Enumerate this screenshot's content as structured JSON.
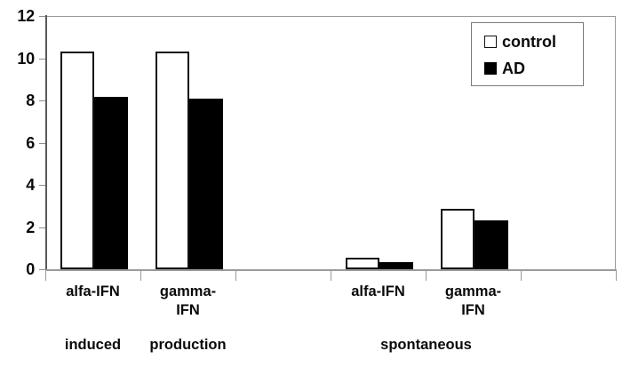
{
  "chart_data": {
    "type": "bar",
    "title": "",
    "xlabel": "",
    "ylabel": "",
    "ylim": [
      0,
      12
    ],
    "yticks": [
      0,
      2,
      4,
      6,
      8,
      10,
      12
    ],
    "ytick_labels": [
      "0",
      "2",
      "4",
      "6",
      "8",
      "10",
      "12"
    ],
    "grid": false,
    "legend_position": "top-right",
    "categories": [
      "alfa-IFN",
      "gamma-IFN",
      "",
      "alfa-IFN",
      "gamma-IFN",
      ""
    ],
    "category_labels": [
      {
        "line1": "alfa-IFN",
        "line2": ""
      },
      {
        "line1": "gamma-",
        "line2": "IFN"
      },
      {
        "line1": "",
        "line2": ""
      },
      {
        "line1": "alfa-IFN",
        "line2": ""
      },
      {
        "line1": "gamma-",
        "line2": "IFN"
      },
      {
        "line1": "",
        "line2": ""
      }
    ],
    "group_labels": [
      {
        "text": "induced",
        "slot": 0
      },
      {
        "text": "production",
        "slot": 1
      },
      {
        "text": "spontaneous",
        "slot": 3.5
      }
    ],
    "series": [
      {
        "name": "control",
        "color": "#ffffff",
        "edge_color": "#111111",
        "values": [
          10.3,
          10.3,
          null,
          0.55,
          2.85,
          null
        ]
      },
      {
        "name": "AD",
        "color": "#000000",
        "edge_color": "#000000",
        "values": [
          8.15,
          8.1,
          null,
          0.35,
          2.3,
          null
        ]
      }
    ],
    "legend": [
      {
        "label": "control",
        "swatch": "white-square"
      },
      {
        "label": "AD",
        "swatch": "black-square"
      }
    ]
  },
  "axis": {
    "y_axis_name": "y-axis",
    "x_axis_name": "x-axis"
  }
}
